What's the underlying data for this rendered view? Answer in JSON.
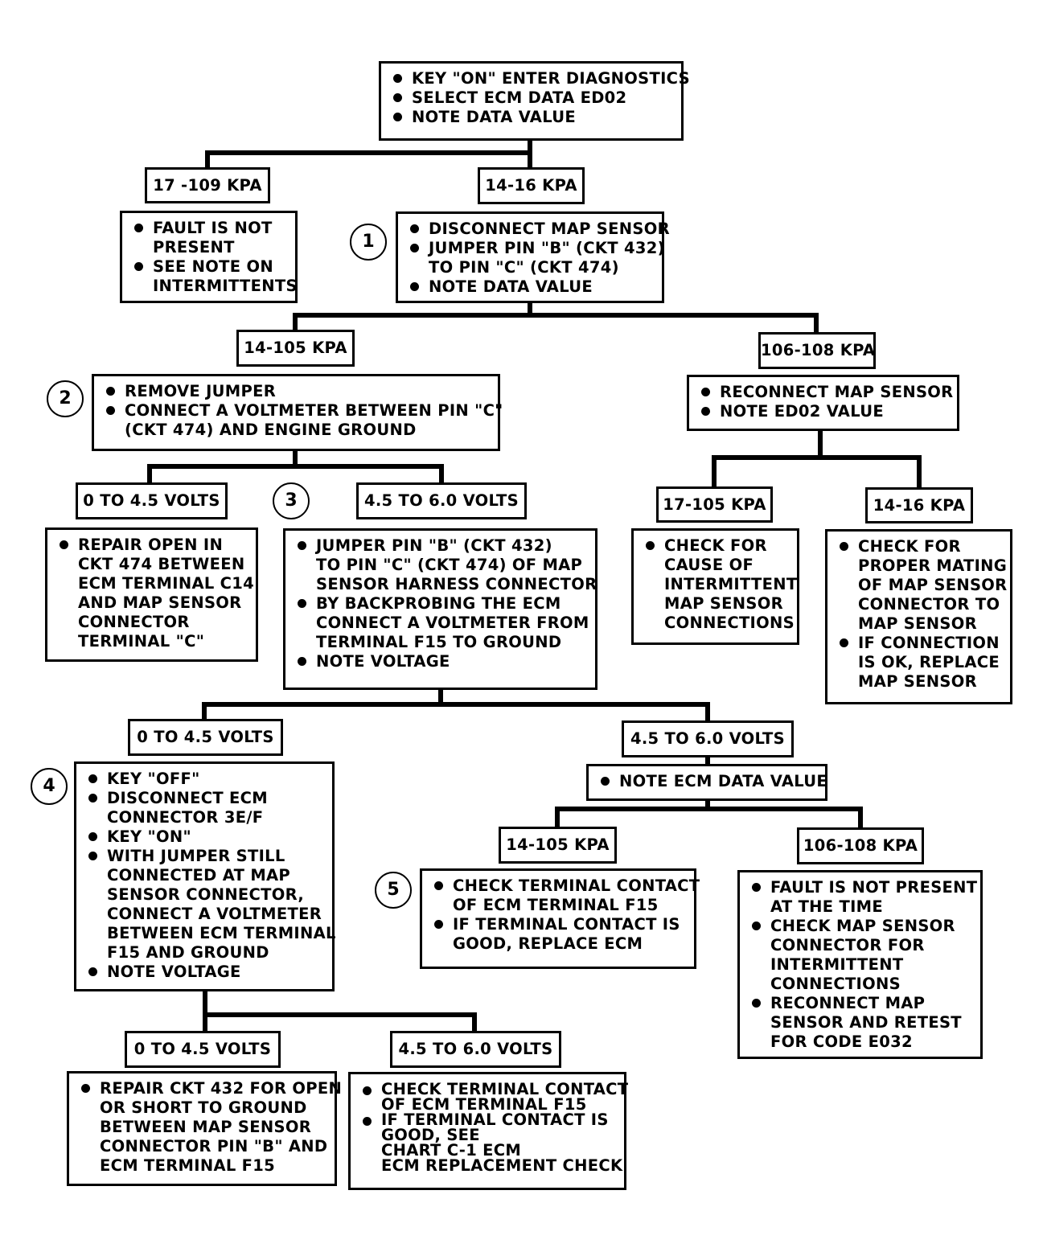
{
  "root": {
    "lines": [
      "KEY \"ON\" ENTER DIAGNOSTICS",
      "SELECT ECM DATA ED02",
      "NOTE DATA VALUE"
    ]
  },
  "n1": {
    "label_a": "17 -109 KPA",
    "result_a": [
      "FAULT IS NOT\nPRESENT",
      "SEE NOTE ON\nINTERMITTENTS"
    ],
    "label_b": "14-16 KPA",
    "step": "1",
    "action": [
      "DISCONNECT MAP SENSOR",
      "JUMPER PIN \"B\" (CKT 432)\nTO PIN \"C\" (CKT 474)",
      "NOTE DATA VALUE"
    ]
  },
  "n2": {
    "label_a": "14-105 KPA",
    "step": "2",
    "action_a": [
      "REMOVE JUMPER",
      "CONNECT A VOLTMETER BETWEEN PIN \"C\"\n(CKT 474) AND ENGINE GROUND"
    ],
    "label_b": "106-108 KPA",
    "action_b": [
      "RECONNECT MAP SENSOR",
      "NOTE ED02 VALUE"
    ]
  },
  "n3": {
    "label_a": "0 TO 4.5 VOLTS",
    "result_a": [
      "REPAIR OPEN IN\nCKT 474 BETWEEN\nECM TERMINAL C14\nAND MAP SENSOR\nCONNECTOR\nTERMINAL \"C\""
    ],
    "step": "3",
    "label_b": "4.5 TO 6.0 VOLTS",
    "action_b": [
      "JUMPER PIN \"B\" (CKT 432)\nTO PIN \"C\" (CKT 474) OF MAP\nSENSOR HARNESS CONNECTOR",
      "BY BACKPROBING THE ECM\nCONNECT A VOLTMETER FROM\nTERMINAL F15 TO GROUND",
      "NOTE VOLTAGE"
    ],
    "label_c": "17-105 KPA",
    "result_c": [
      "CHECK FOR\nCAUSE OF\nINTERMITTENT\nMAP SENSOR\nCONNECTIONS"
    ],
    "label_d": "14-16 KPA",
    "result_d": [
      "CHECK FOR\nPROPER MATING\nOF MAP SENSOR\nCONNECTOR TO\nMAP SENSOR",
      "IF CONNECTION\nIS OK, REPLACE\nMAP SENSOR"
    ]
  },
  "n4": {
    "label_a": "0 TO 4.5 VOLTS",
    "step": "4",
    "action_a": [
      "KEY \"OFF\"",
      "DISCONNECT ECM\nCONNECTOR 3E/F",
      "KEY \"ON\"",
      "WITH JUMPER STILL\nCONNECTED AT MAP\nSENSOR CONNECTOR,\nCONNECT A VOLTMETER\nBETWEEN ECM TERMINAL\nF15 AND GROUND",
      "NOTE VOLTAGE"
    ],
    "label_b": "4.5 TO 6.0 VOLTS",
    "action_b": [
      "NOTE ECM DATA VALUE"
    ]
  },
  "n5": {
    "label_a": "14-105 KPA",
    "step": "5",
    "result_a": [
      "CHECK TERMINAL CONTACT\nOF ECM TERMINAL F15",
      "IF TERMINAL CONTACT IS\nGOOD, REPLACE ECM"
    ],
    "label_b": "106-108 KPA",
    "result_b": [
      "FAULT IS NOT PRESENT\nAT THE TIME",
      "CHECK MAP SENSOR\nCONNECTOR FOR\nINTERMITTENT\nCONNECTIONS",
      "RECONNECT MAP\nSENSOR AND RETEST\nFOR CODE E032"
    ]
  },
  "n6": {
    "label_a": "0 TO 4.5 VOLTS",
    "result_a": [
      "REPAIR CKT 432 FOR OPEN\nOR SHORT TO GROUND\nBETWEEN MAP SENSOR\nCONNECTOR PIN \"B\" AND\nECM TERMINAL F15"
    ],
    "label_b": "4.5 TO 6.0 VOLTS",
    "result_b": [
      "CHECK TERMINAL CONTACT\nOF ECM TERMINAL F15",
      "IF TERMINAL CONTACT IS\nGOOD, SEE\nCHART C-1 ECM\nECM REPLACEMENT CHECK"
    ]
  }
}
